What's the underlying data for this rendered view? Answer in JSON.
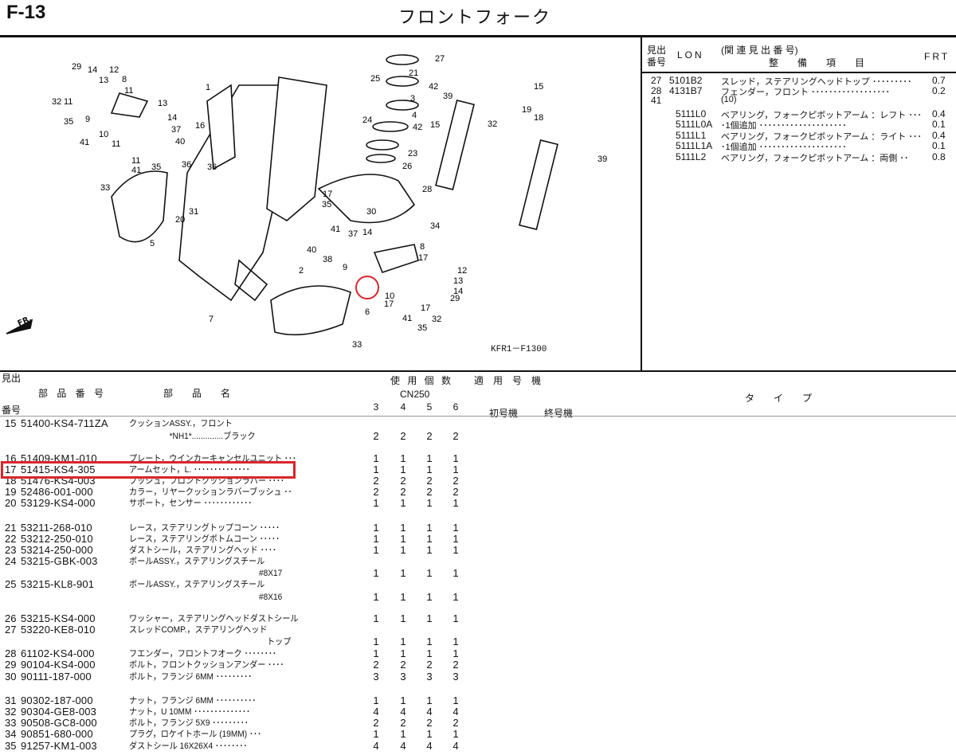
{
  "page": {
    "code": "F-13",
    "title": "フロントフォーク"
  },
  "diagram": {
    "drawing_code": "KFR1－F1300",
    "front_label": "FR.",
    "highlighted_callout": "17",
    "callouts": [
      "29",
      "14",
      "12",
      "13",
      "8",
      "11",
      "32",
      "11",
      "35",
      "9",
      "10",
      "41",
      "11",
      "13",
      "14",
      "37",
      "40",
      "11",
      "41",
      "35",
      "16",
      "36",
      "36",
      "1",
      "33",
      "5",
      "31",
      "20",
      "27",
      "21",
      "25",
      "42",
      "3",
      "39",
      "4",
      "24",
      "42",
      "23",
      "26",
      "15",
      "28",
      "17",
      "35",
      "30",
      "41",
      "37",
      "14",
      "34",
      "40",
      "38",
      "2",
      "9",
      "8",
      "17",
      "12",
      "13",
      "14",
      "29",
      "10",
      "17",
      "41",
      "17",
      "35",
      "32",
      "6",
      "7",
      "33",
      "15",
      "32",
      "19",
      "18",
      "39"
    ]
  },
  "frt_table": {
    "headers": {
      "index_top": "見出",
      "index_bottom": "番号",
      "lon": "LON",
      "related": "(関 連 見 出 番 号)",
      "item": "整　　備　　項　　目",
      "frt": "FRT"
    },
    "rows": [
      {
        "idx": "27",
        "lon": "5101B2",
        "item": "スレッド，ステアリングヘッドトップ ･････････",
        "frt": "0.7"
      },
      {
        "idx": "28",
        "lon": "4131B7",
        "item": "フェンダー，フロント ･･････････････････",
        "frt": "0.2"
      },
      {
        "idx": "41",
        "lon": "",
        "item": "(10)",
        "frt": ""
      },
      {
        "idx": "",
        "lon": "5111L0",
        "item": "ベアリング，フォークピボットアーム ：レフト ･･･",
        "frt": "0.4"
      },
      {
        "idx": "",
        "lon": "5111L0A",
        "item": "･1個追加 ････････････････････",
        "frt": "0.1"
      },
      {
        "idx": "",
        "lon": "5111L1",
        "item": "ベアリング，フォークピボットアーム ：ライト ･･･",
        "frt": "0.4"
      },
      {
        "idx": "",
        "lon": "5111L1A",
        "item": "･1個追加 ････････････････････",
        "frt": "0.1"
      },
      {
        "idx": "",
        "lon": "5111L2",
        "item": "ベアリング，フォークピボットアーム ：両側 ･･",
        "frt": "0.8"
      }
    ]
  },
  "parts_table": {
    "headers": {
      "index_top": "見出",
      "index_bottom": "番号",
      "part_no": "部 品 番 号",
      "part_name": "部　　品　　名",
      "qty": "使 用 個 数",
      "model": "CN250",
      "qty_cols": [
        "3",
        "4",
        "5",
        "6"
      ],
      "applicable": "適　用　号　機",
      "first": "初号機",
      "last": "終号機",
      "type": "タ　　イ　　プ"
    },
    "rows": [
      {
        "idx": "15",
        "pno": "51400-KS4-711ZA",
        "name": "クッションASSY.，フロント",
        "q": [
          "",
          "",
          "",
          ""
        ]
      },
      {
        "idx": "",
        "pno": "",
        "name": "　　　　　*NH1*..............ブラック",
        "q": [
          "2",
          "2",
          "2",
          "2"
        ]
      },
      {
        "idx": "16",
        "pno": "51409-KM1-010",
        "name": "プレート，ウインカーキャンセルユニット ･･･",
        "q": [
          "1",
          "1",
          "1",
          "1"
        ]
      },
      {
        "idx": "17",
        "pno": "51415-KS4-305",
        "name": "アームセット，L. ･･････････････",
        "q": [
          "1",
          "1",
          "1",
          "1"
        ]
      },
      {
        "idx": "18",
        "pno": "51476-KS4-003",
        "name": "ブッシュ，フロントクッションラバー ････",
        "q": [
          "2",
          "2",
          "2",
          "2"
        ]
      },
      {
        "idx": "19",
        "pno": "52486-001-000",
        "name": "カラー，リヤークッションラバーブッシュ ･･",
        "q": [
          "2",
          "2",
          "2",
          "2"
        ]
      },
      {
        "idx": "20",
        "pno": "53129-KS4-000",
        "name": "サポート，センサー ････････････",
        "q": [
          "1",
          "1",
          "1",
          "1"
        ]
      },
      {
        "idx": "21",
        "pno": "53211-268-010",
        "name": "レース，ステアリングトップコーン ･････",
        "q": [
          "1",
          "1",
          "1",
          "1"
        ]
      },
      {
        "idx": "22",
        "pno": "53212-250-010",
        "name": "レース，ステアリングボトムコーン ･････",
        "q": [
          "1",
          "1",
          "1",
          "1"
        ]
      },
      {
        "idx": "23",
        "pno": "53214-250-000",
        "name": "ダストシール，ステアリングヘッド ････",
        "q": [
          "1",
          "1",
          "1",
          "1"
        ]
      },
      {
        "idx": "24",
        "pno": "53215-GBK-003",
        "name": "ボールASSY.，ステアリングスチール",
        "q": [
          "",
          "",
          "",
          ""
        ]
      },
      {
        "idx": "",
        "pno": "",
        "name": "#8X17",
        "q": [
          "1",
          "1",
          "1",
          "1"
        ]
      },
      {
        "idx": "25",
        "pno": "53215-KL8-901",
        "name": "ボールASSY.，ステアリングスチール",
        "q": [
          "",
          "",
          "",
          ""
        ]
      },
      {
        "idx": "",
        "pno": "",
        "name": "#8X16",
        "q": [
          "1",
          "1",
          "1",
          "1"
        ]
      },
      {
        "idx": "26",
        "pno": "53215-KS4-000",
        "name": "ワッシャー，ステアリングヘッドダストシール",
        "q": [
          "1",
          "1",
          "1",
          "1"
        ]
      },
      {
        "idx": "27",
        "pno": "53220-KE8-010",
        "name": "スレッドCOMP.，ステアリングヘッド",
        "q": [
          "",
          "",
          "",
          ""
        ]
      },
      {
        "idx": "",
        "pno": "",
        "name": "トップ",
        "q": [
          "1",
          "1",
          "1",
          "1"
        ]
      },
      {
        "idx": "28",
        "pno": "61102-KS4-000",
        "name": "フエンダー，フロントフオーク ････････",
        "q": [
          "1",
          "1",
          "1",
          "1"
        ]
      },
      {
        "idx": "29",
        "pno": "90104-KS4-000",
        "name": "ボルト，フロントクッションアンダー ････",
        "q": [
          "2",
          "2",
          "2",
          "2"
        ]
      },
      {
        "idx": "30",
        "pno": "90111-187-000",
        "name": "ボルト，フランジ 6MM ･････････",
        "q": [
          "3",
          "3",
          "3",
          "3"
        ]
      },
      {
        "idx": "31",
        "pno": "90302-187-000",
        "name": "ナット，フランジ 6MM ･･････････",
        "q": [
          "1",
          "1",
          "1",
          "1"
        ]
      },
      {
        "idx": "32",
        "pno": "90304-GE8-003",
        "name": "ナット，U 10MM ･･････････････",
        "q": [
          "4",
          "4",
          "4",
          "4"
        ]
      },
      {
        "idx": "33",
        "pno": "90508-GC8-000",
        "name": "ボルト，フランジ 5X9 ･････････",
        "q": [
          "2",
          "2",
          "2",
          "2"
        ]
      },
      {
        "idx": "34",
        "pno": "90851-680-000",
        "name": "プラグ，ロケイトホール (19MM) ･･･",
        "q": [
          "1",
          "1",
          "1",
          "1"
        ]
      },
      {
        "idx": "35",
        "pno": "91257-KM1-003",
        "name": "ダストシール 16X26X4 ････････",
        "q": [
          "4",
          "4",
          "4",
          "4"
        ]
      }
    ]
  },
  "colors": {
    "highlight": "#d9262b",
    "ink": "#111111"
  }
}
